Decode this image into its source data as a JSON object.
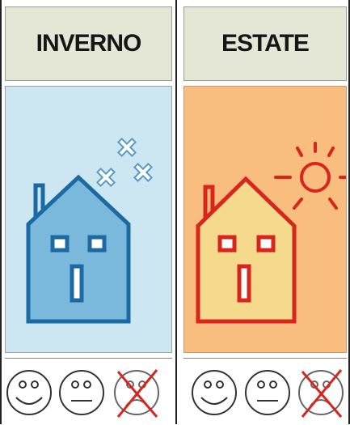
{
  "panels": [
    {
      "title": "INVERNO",
      "season": "winter",
      "scene_color": "#cde7f2",
      "house_stroke": "#1c6aa3",
      "house_fill": "#7ab9dc",
      "icons": [
        "snowflake-icon",
        "snowflake-icon",
        "snowflake-icon",
        "house-icon"
      ],
      "faces": [
        "happy-face-icon",
        "neutral-face-icon",
        "crossed-out-face-icon"
      ]
    },
    {
      "title": "ESTATE",
      "season": "summer",
      "scene_color": "#f9bd80",
      "house_stroke": "#d8261c",
      "house_fill": "#f5d98c",
      "icons": [
        "sun-icon",
        "house-icon"
      ],
      "faces": [
        "happy-face-icon",
        "neutral-face-icon",
        "crossed-out-face-icon"
      ]
    }
  ]
}
